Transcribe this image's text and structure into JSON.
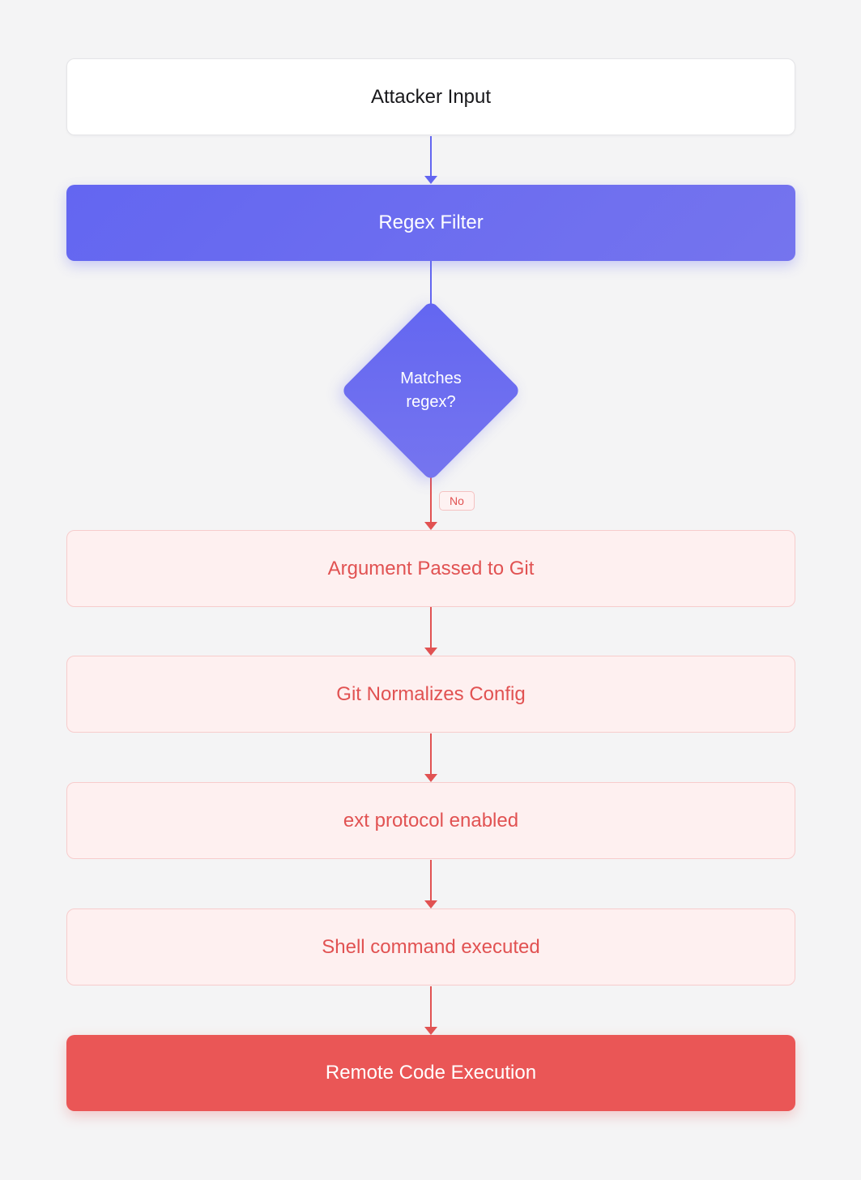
{
  "nodes": {
    "attacker_input": "Attacker Input",
    "regex_filter": "Regex Filter",
    "decision": "Matches regex?",
    "argument_passed": "Argument Passed to Git",
    "git_normalizes": "Git Normalizes Config",
    "ext_protocol": "ext protocol enabled",
    "shell_command": "Shell command executed",
    "rce": "Remote Code Execution"
  },
  "edges": {
    "no_label": "No"
  },
  "colors": {
    "accent": "#6366f1",
    "danger": "#ea5656",
    "danger_bg": "#fef0f0",
    "background": "#f4f4f5"
  }
}
